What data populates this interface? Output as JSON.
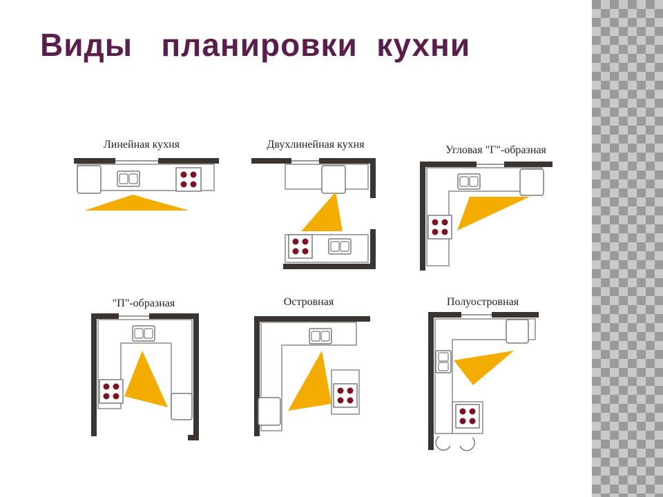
{
  "title": "Виды   планировки  кухни",
  "colors": {
    "title": "#5a1e4c",
    "wall": "#3a3530",
    "fixture": "#7a7a7a",
    "triangle": "#f2ad00",
    "burner": "#7a1424",
    "pattern_light": "#c9c9c9",
    "pattern_dark": "#9a9a9a"
  },
  "plans": [
    {
      "id": "linear",
      "label": "Линейная кухня"
    },
    {
      "id": "double-linear",
      "label": "Двухлинейная кухня"
    },
    {
      "id": "l-shaped",
      "label": "Угловая \"Г\"-образная"
    },
    {
      "id": "u-shaped",
      "label": "\"П\"-образная"
    },
    {
      "id": "island",
      "label": "Островная"
    },
    {
      "id": "peninsula",
      "label": "Полуостровная"
    }
  ]
}
